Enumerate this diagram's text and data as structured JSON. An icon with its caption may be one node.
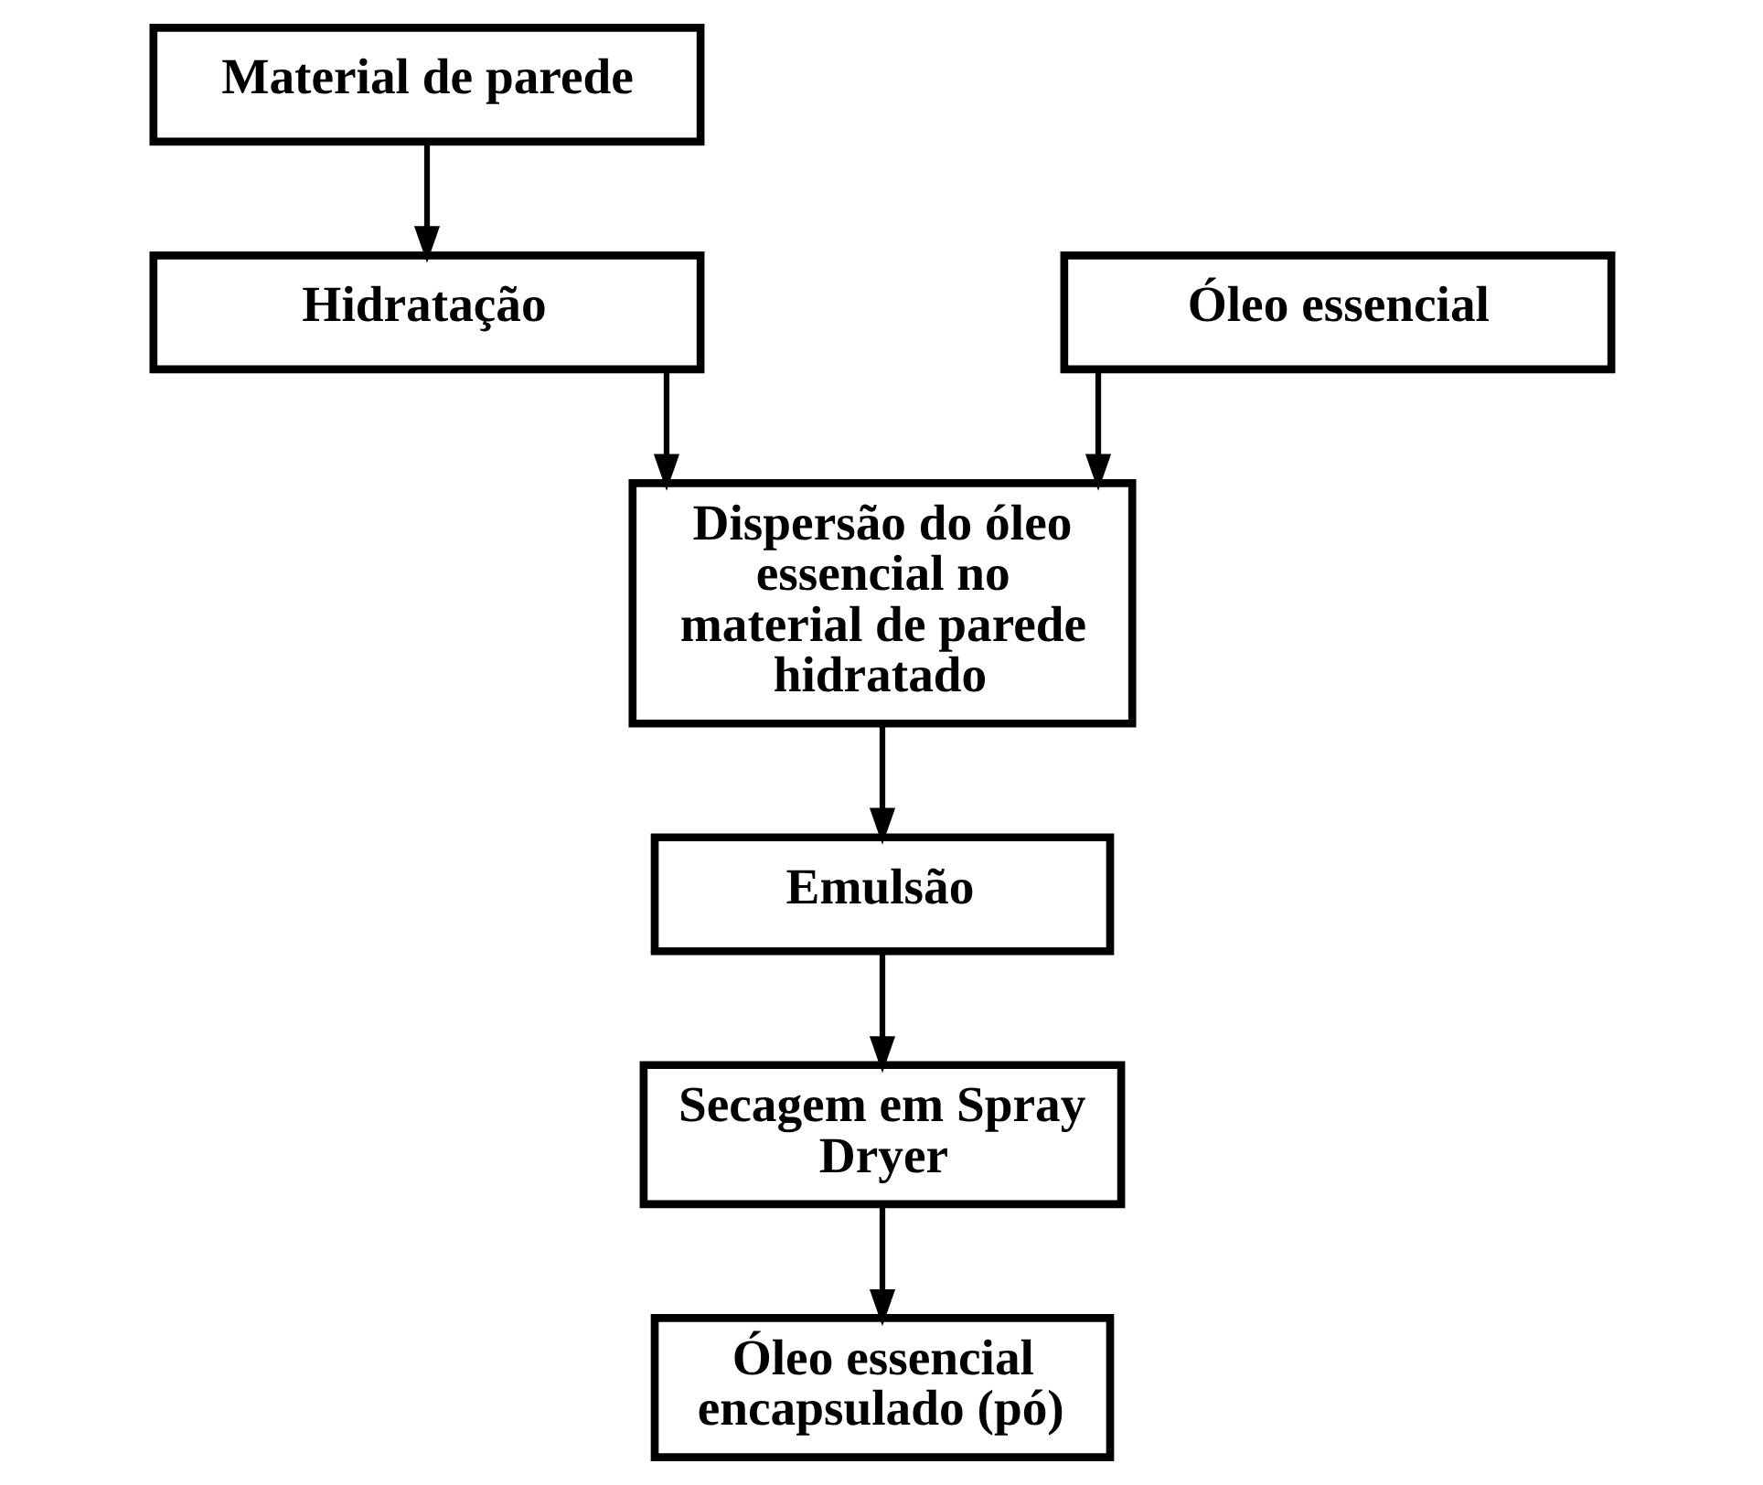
{
  "diagram": {
    "nodes": [
      {
        "text": [
          "Material de parede"
        ]
      },
      {
        "text": [
          "Hidratação"
        ]
      },
      {
        "text": [
          "Óleo essencial"
        ]
      },
      {
        "text": [
          "Dispersão do óleo essencial no material de parede hidratado"
        ]
      },
      {
        "text": [
          "Emulsão"
        ]
      },
      {
        "text": [
          "Secagem em Spray Dryer"
        ]
      },
      {
        "text": [
          "Óleo essencial encapsulado (pó)"
        ]
      }
    ],
    "edges": [
      {
        "from": 0,
        "to": 1,
        "arrow": "to"
      },
      {
        "from": 1,
        "to": 3,
        "arrow": "to"
      },
      {
        "from": 2,
        "to": 3,
        "arrow": "to"
      },
      {
        "from": 3,
        "to": 4,
        "arrow": "to"
      },
      {
        "from": 4,
        "to": 5,
        "arrow": "to"
      },
      {
        "from": 5,
        "to": 6,
        "arrow": "to"
      }
    ]
  }
}
